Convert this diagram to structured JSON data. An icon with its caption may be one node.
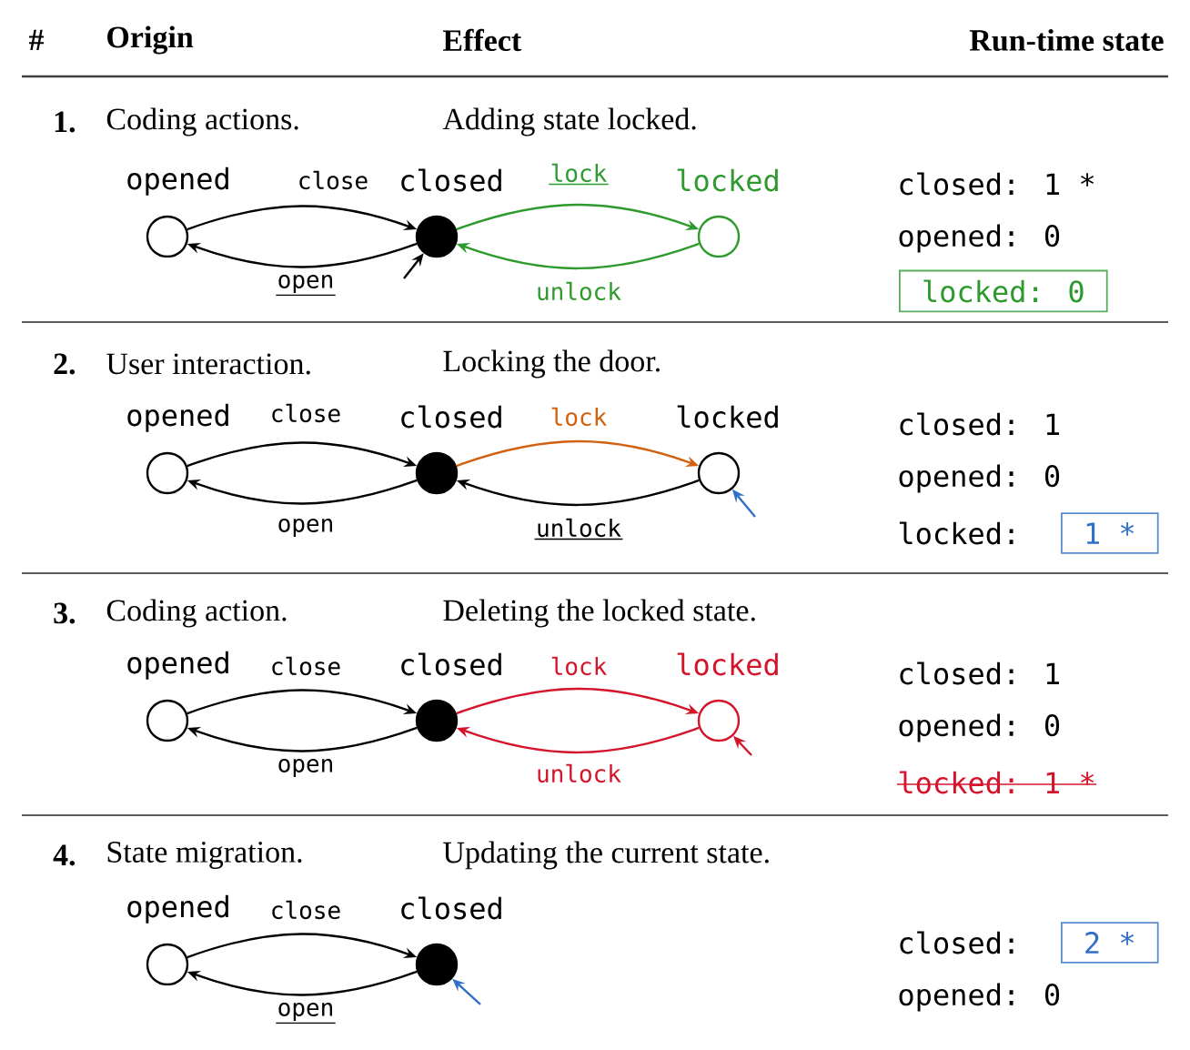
{
  "diagram": {
    "nodes": [
      {
        "text": [
          "opened"
        ]
      },
      {
        "text": [
          "closed"
        ]
      },
      {
        "text": [
          "locked"
        ]
      },
      {
        "text": [
          "opened"
        ]
      },
      {
        "text": [
          "closed"
        ]
      },
      {
        "text": [
          "locked"
        ]
      },
      {
        "text": [
          "opened"
        ]
      },
      {
        "text": [
          "closed"
        ]
      },
      {
        "text": [
          "locked"
        ]
      },
      {
        "text": [
          "opened"
        ]
      },
      {
        "text": [
          "closed"
        ]
      }
    ],
    "edges": [
      {
        "from": 0,
        "to": 1,
        "arrow": "to",
        "label": "close"
      },
      {
        "from": 1,
        "to": 0,
        "arrow": "to",
        "label": "open"
      },
      {
        "from": 1,
        "to": 2,
        "arrow": "to",
        "label": "lock",
        "color": "#2e9a2e"
      },
      {
        "from": 2,
        "to": 1,
        "arrow": "to",
        "label": "unlock",
        "color": "#2e9a2e"
      },
      {
        "from": null,
        "to": 1,
        "arrow": "to"
      },
      {
        "from": 3,
        "to": 4,
        "arrow": "to",
        "label": "close"
      },
      {
        "from": 4,
        "to": 3,
        "arrow": "to",
        "label": "open"
      },
      {
        "from": 4,
        "to": 5,
        "arrow": "to",
        "label": "lock",
        "color": "#d2610f"
      },
      {
        "from": 5,
        "to": 4,
        "arrow": "to",
        "label": "unlock"
      },
      {
        "from": null,
        "to": 5,
        "arrow": "to",
        "color": "#2f6fc8"
      },
      {
        "from": 6,
        "to": 7,
        "arrow": "to",
        "label": "close"
      },
      {
        "from": 7,
        "to": 6,
        "arrow": "to",
        "label": "open"
      },
      {
        "from": 7,
        "to": 8,
        "arrow": "to",
        "label": "lock",
        "color": "#d4142a"
      },
      {
        "from": 8,
        "to": 7,
        "arrow": "to",
        "label": "unlock",
        "color": "#d4142a"
      },
      {
        "from": null,
        "to": 8,
        "arrow": "to",
        "color": "#d4142a"
      },
      {
        "from": 9,
        "to": 10,
        "arrow": "to",
        "label": "close"
      },
      {
        "from": 10,
        "to": 9,
        "arrow": "to",
        "label": "open"
      },
      {
        "from": null,
        "to": 10,
        "arrow": "to",
        "color": "#2f6fc8"
      }
    ],
    "labels": [
      "#",
      "Origin",
      "Effect",
      "Run-time state",
      "1.",
      "Coding actions.",
      "Adding state locked.",
      "closed: 1 *",
      "opened: 0",
      "locked: 0",
      "2.",
      "User interaction.",
      "Locking the door.",
      "closed: 1",
      "opened: 0",
      "locked:",
      "1 *",
      "3.",
      "Coding action.",
      "Deleting the locked state.",
      "closed: 1",
      "opened: 0",
      "locked: 1 *",
      "4.",
      "State migration.",
      "Updating the current state.",
      "closed:",
      "2 *",
      "opened: 0"
    ]
  }
}
